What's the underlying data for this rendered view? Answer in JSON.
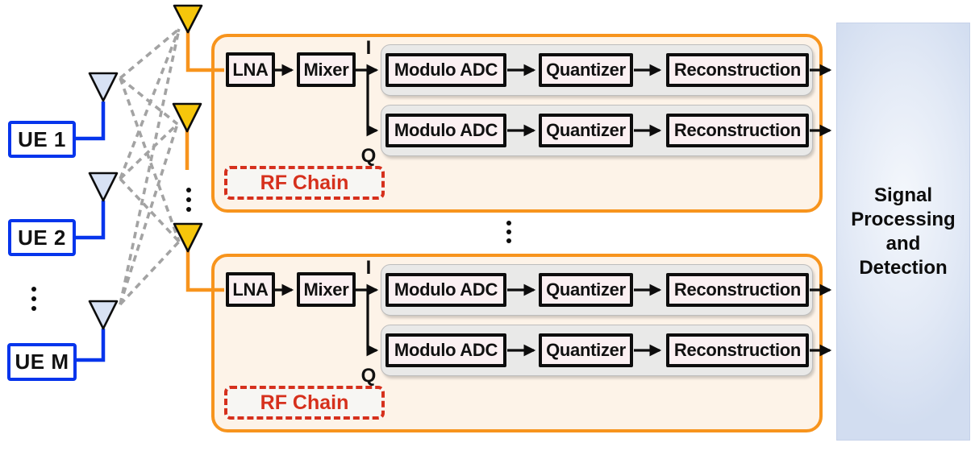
{
  "ue_column": {
    "boxes": [
      {
        "label": "UE 1"
      },
      {
        "label": "UE 2"
      },
      {
        "label": "UE M"
      }
    ],
    "ellipsis": "⋮"
  },
  "base_station": {
    "antenna_ellipsis": "⋮"
  },
  "chains": [
    {
      "lna": "LNA",
      "mixer": "Mixer",
      "i_label": "I",
      "q_label": "Q",
      "i_blocks": [
        "Modulo ADC",
        "Quantizer",
        "Reconstruction"
      ],
      "q_blocks": [
        "Modulo ADC",
        "Quantizer",
        "Reconstruction"
      ],
      "rf_chain_label": "RF Chain"
    },
    {
      "lna": "LNA",
      "mixer": "Mixer",
      "i_label": "I",
      "q_label": "Q",
      "i_blocks": [
        "Modulo ADC",
        "Quantizer",
        "Reconstruction"
      ],
      "q_blocks": [
        "Modulo ADC",
        "Quantizer",
        "Reconstruction"
      ],
      "rf_chain_label": "RF Chain"
    }
  ],
  "chain_ellipsis": "⋮",
  "signal_box": {
    "label": "Signal Processing and Detection"
  },
  "colors": {
    "orange_accent": "#F7941D",
    "ue_blue": "#0635EC",
    "rf_chain_red": "#D6301C",
    "bs_antenna_yellow": "#F6C60B",
    "ue_antenna_blue": "#D8E2F4",
    "chain_fill": "#FDF3E8",
    "block_fill": "#FBF0F2",
    "gray_panel": "#E9E9E8",
    "signal_box_blue": "#D2DDF0",
    "dashed_link_gray": "#A3A3A3"
  }
}
